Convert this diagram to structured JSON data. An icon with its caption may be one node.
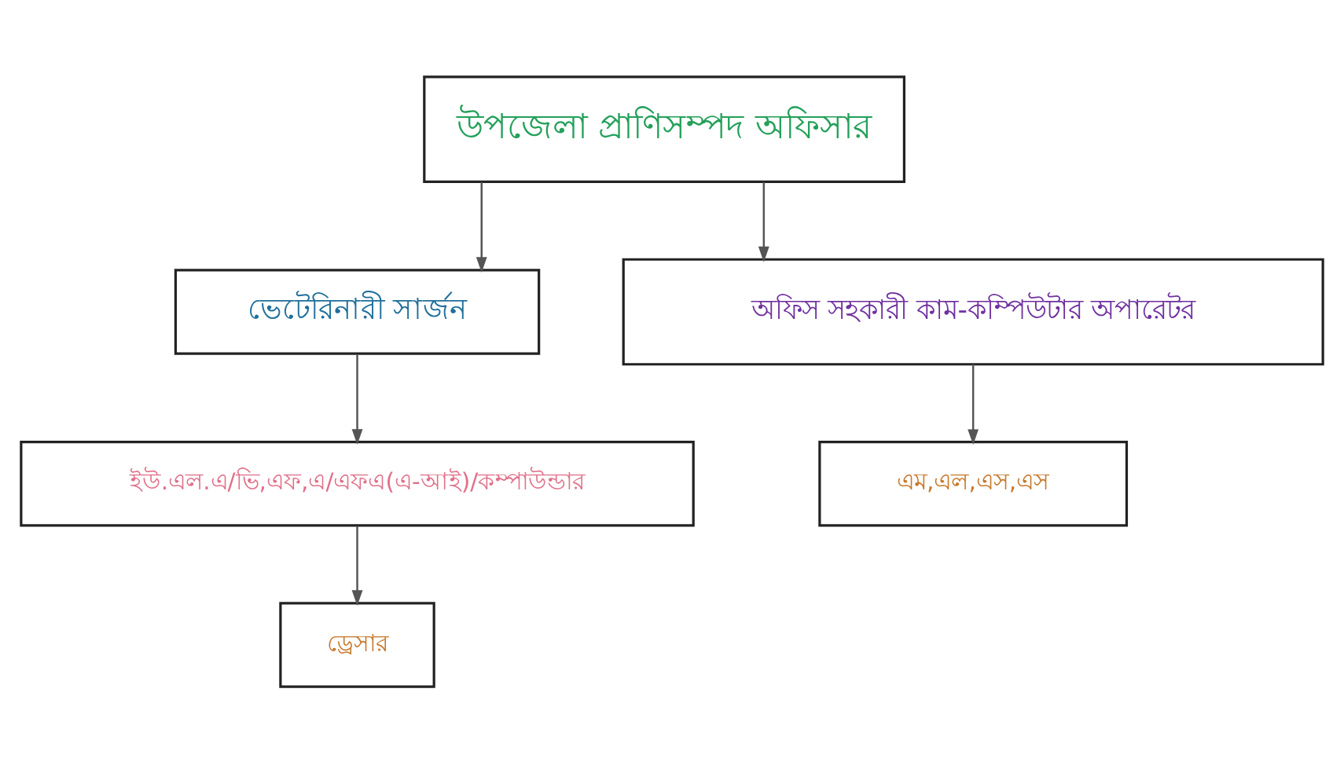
{
  "diagram": {
    "nodes": [
      {
        "text": [
          "উপজেলা প্রাণিসম্পদ অফিসার"
        ]
      },
      {
        "text": [
          "ভেটেরিনারী সার্জন"
        ]
      },
      {
        "text": [
          "অফিস সহকারী কাম-কম্পিউটার অপারেটর"
        ]
      },
      {
        "text": [
          "ইউ.এল.এ/ভি,এফ,এ/এফএ(এ-আই)/কম্পাউন্ডার"
        ]
      },
      {
        "text": [
          "ড্রেসার"
        ]
      },
      {
        "text": [
          "এম,এল,এস,এস"
        ]
      }
    ],
    "edges": [
      {
        "from": 0,
        "to": 1,
        "arrow": "to"
      },
      {
        "from": 0,
        "to": 2,
        "arrow": "to"
      },
      {
        "from": 1,
        "to": 3,
        "arrow": "to"
      },
      {
        "from": 3,
        "to": 4,
        "arrow": "to"
      },
      {
        "from": 2,
        "to": 5,
        "arrow": "to"
      }
    ]
  }
}
